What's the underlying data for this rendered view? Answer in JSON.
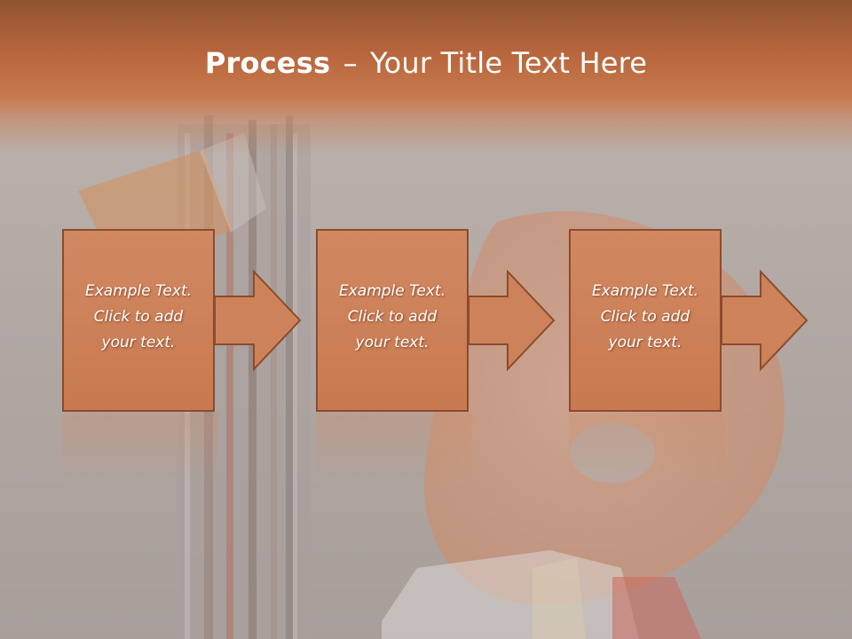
{
  "slide": {
    "title_bold": "Process",
    "title_dash": "–",
    "title_rest": "Your Title Text Here"
  },
  "steps": [
    {
      "lines": [
        "Example Text.",
        "Click  to add",
        "your text."
      ]
    },
    {
      "lines": [
        "Example Text.",
        "Click  to add",
        "your text."
      ]
    },
    {
      "lines": [
        "Example Text.",
        "Click  to add",
        "your text."
      ]
    }
  ],
  "colors": {
    "title_band": "#b8663d",
    "box_fill": "#cd8259",
    "box_border": "#8c4b2d",
    "text": "#ffffff"
  }
}
